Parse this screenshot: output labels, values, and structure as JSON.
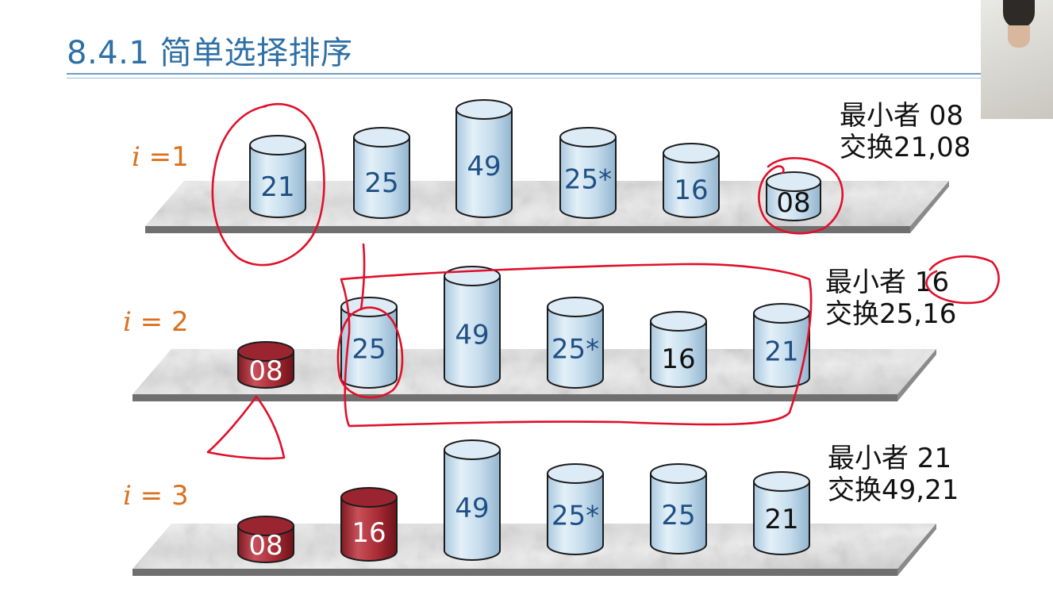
{
  "title": "8.4.1 简单选择排序",
  "colors": {
    "title": "#2e6fa6",
    "step_label": "#d9711f",
    "cyl_blue_fill": "#c9dfee",
    "cyl_blue_text": "#1f4f84",
    "cyl_red_fill": "#b5323c",
    "cyl_red_text": "#ffffff",
    "annotation_ink": "#e0102a"
  },
  "steps": [
    {
      "label_var": "i",
      "label_rest": " =1",
      "note_line1": "最小者 08",
      "note_line2": "交换21,08",
      "cylinders": [
        {
          "value": "21",
          "kind": "blue"
        },
        {
          "value": "25",
          "kind": "blue"
        },
        {
          "value": "49",
          "kind": "blue"
        },
        {
          "value": "25*",
          "kind": "blue"
        },
        {
          "value": "16",
          "kind": "blue"
        },
        {
          "value": "08",
          "kind": "blue"
        }
      ]
    },
    {
      "label_var": "i",
      "label_rest": " = 2",
      "note_line1": "最小者 16",
      "note_line2": "交换25,16",
      "cylinders": [
        {
          "value": "08",
          "kind": "red"
        },
        {
          "value": "25",
          "kind": "blue"
        },
        {
          "value": "49",
          "kind": "blue"
        },
        {
          "value": "25*",
          "kind": "blue"
        },
        {
          "value": "16",
          "kind": "blue"
        },
        {
          "value": "21",
          "kind": "blue"
        }
      ]
    },
    {
      "label_var": "i",
      "label_rest": " = 3",
      "note_line1": "最小者 21",
      "note_line2": "交换49,21",
      "cylinders": [
        {
          "value": "08",
          "kind": "red"
        },
        {
          "value": "16",
          "kind": "red"
        },
        {
          "value": "49",
          "kind": "blue"
        },
        {
          "value": "25*",
          "kind": "blue"
        },
        {
          "value": "25",
          "kind": "blue"
        },
        {
          "value": "21",
          "kind": "blue"
        }
      ]
    }
  ]
}
